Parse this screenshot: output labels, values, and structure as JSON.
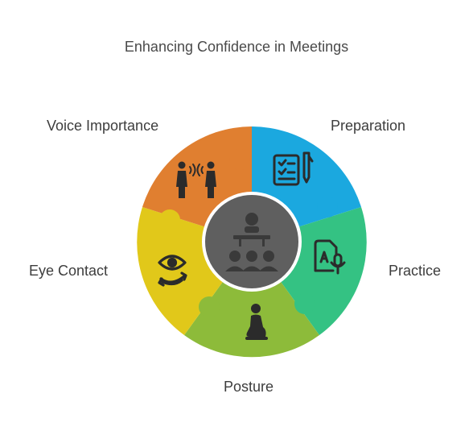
{
  "title": "Enhancing Confidence in Meetings",
  "segments": [
    {
      "label": "Preparation",
      "color": "#1ba8df",
      "icon": "checklist-pen-icon"
    },
    {
      "label": "Practice",
      "color": "#34c283",
      "icon": "document-microphone-icon"
    },
    {
      "label": "Posture",
      "color": "#8dbb3a",
      "icon": "sitting-person-icon"
    },
    {
      "label": "Eye Contact",
      "color": "#e1c81a",
      "icon": "eye-rotate-icon"
    },
    {
      "label": "Voice Importance",
      "color": "#e07f30",
      "icon": "speaking-people-icon"
    }
  ],
  "center": {
    "color": "#5f5f5f",
    "icon": "presenter-audience-icon"
  }
}
